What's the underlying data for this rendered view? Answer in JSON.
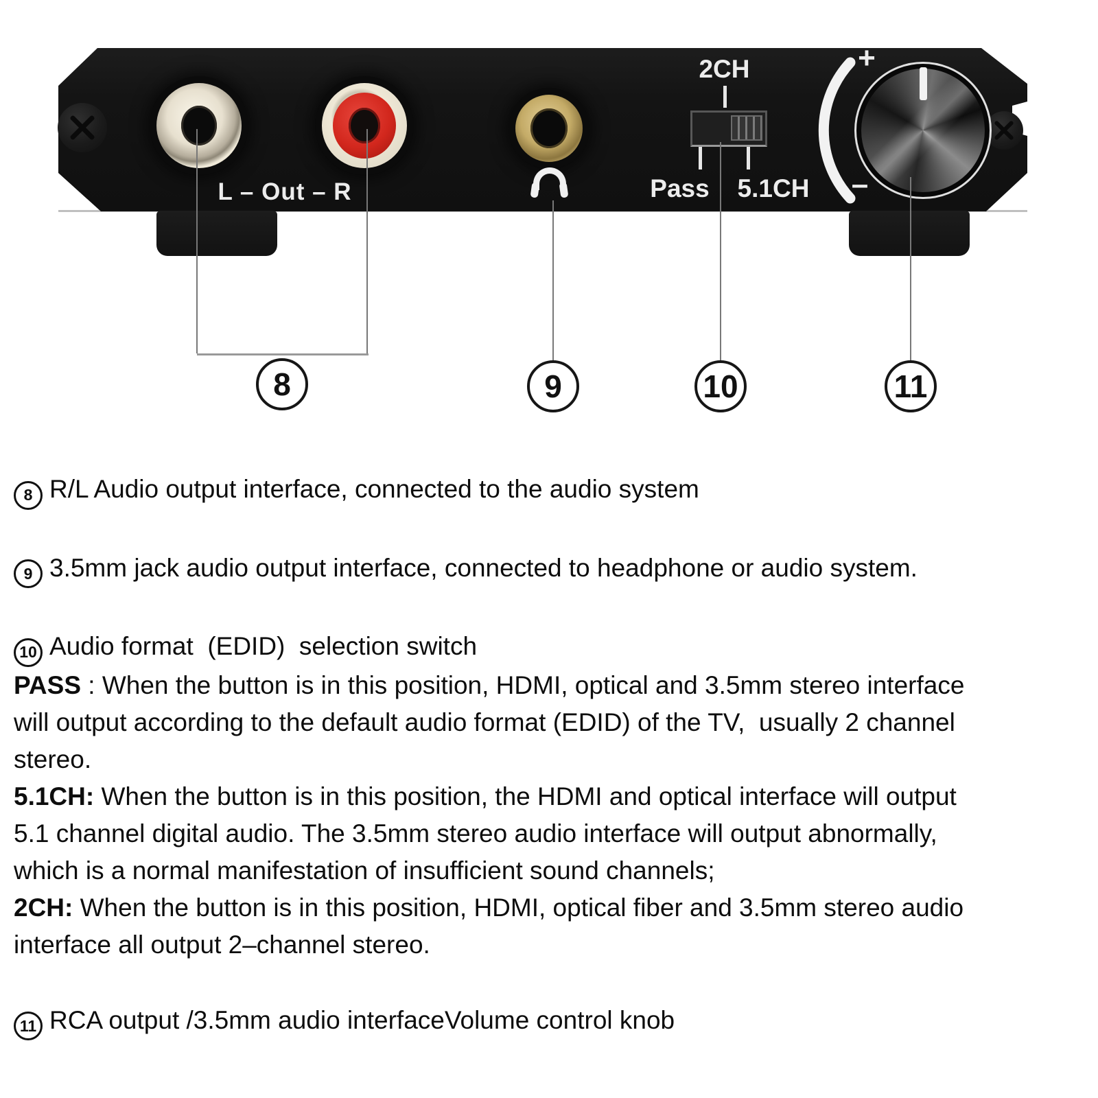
{
  "panel": {
    "labels": {
      "out_label": "L – Out – R",
      "switch_top": "2CH",
      "switch_bottom_left": "Pass",
      "switch_bottom_right": "5.1CH",
      "volume_plus": "+",
      "volume_minus": "–"
    },
    "colors": {
      "panel_black": "#141414",
      "rca_white_ring": "#e7e0cf",
      "rca_red": "#d2271d",
      "jack_gold": "#c4ab67",
      "label_white": "#ececec",
      "callout_line": "#787878"
    }
  },
  "callouts": {
    "numbers": [
      "8",
      "9",
      "10",
      "11"
    ]
  },
  "description": {
    "lines": [
      {
        "badge": "8",
        "bold": "",
        "text": "R/L Audio output interface, connected to the audio system"
      },
      {
        "badge": "9",
        "bold": "",
        "text": "3.5mm jack audio output interface, connected to headphone or audio system."
      },
      {
        "badge": "10",
        "bold": "",
        "text": "Audio format  (EDID)  selection switch"
      },
      {
        "badge": "",
        "bold": "PASS",
        "text": " : When the button is in this position, HDMI, optical and 3.5mm stereo interface"
      },
      {
        "badge": "",
        "bold": "",
        "text": "will output according to the default audio format (EDID) of the TV,  usually 2 channel"
      },
      {
        "badge": "",
        "bold": "",
        "text": "stereo."
      },
      {
        "badge": "",
        "bold": "5.1CH:",
        "text": " When the button is in this position, the HDMI and optical interface will output"
      },
      {
        "badge": "",
        "bold": "",
        "text": "5.1 channel digital audio. The 3.5mm stereo audio interface will output abnormally,"
      },
      {
        "badge": "",
        "bold": "",
        "text": "which is a normal manifestation of insufficient sound channels;"
      },
      {
        "badge": "",
        "bold": "2CH:",
        "text": " When the button is in this position, HDMI, optical fiber and 3.5mm stereo audio"
      },
      {
        "badge": "",
        "bold": "",
        "text": "interface all output 2–channel stereo."
      },
      {
        "badge": "11",
        "bold": "",
        "text": "RCA output /3.5mm audio interfaceVolume control knob"
      }
    ]
  }
}
